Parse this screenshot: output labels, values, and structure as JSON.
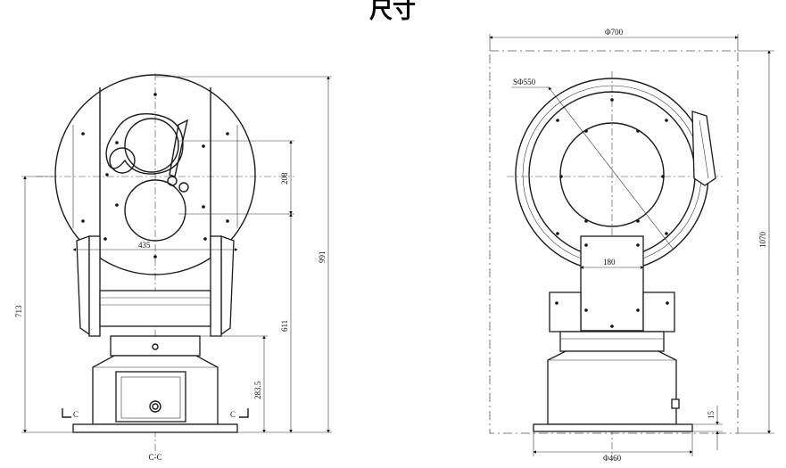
{
  "title": "尺寸",
  "front_view": {
    "dim_width": "435",
    "dim_window_offset": "208",
    "dim_total_height": "991",
    "dim_tilt_axis_height": "611",
    "dim_base_height": "283.5",
    "dim_overall_713": "713",
    "section_marker_left": "C",
    "section_marker_right": "C",
    "section_label": "C-C"
  },
  "side_view": {
    "dim_envelope_width": "Φ700",
    "dim_sphere": "SΦ550",
    "dim_yoke_width": "180",
    "dim_envelope_height": "1070",
    "dim_base_plate": "15",
    "dim_base_diameter": "Φ460"
  }
}
